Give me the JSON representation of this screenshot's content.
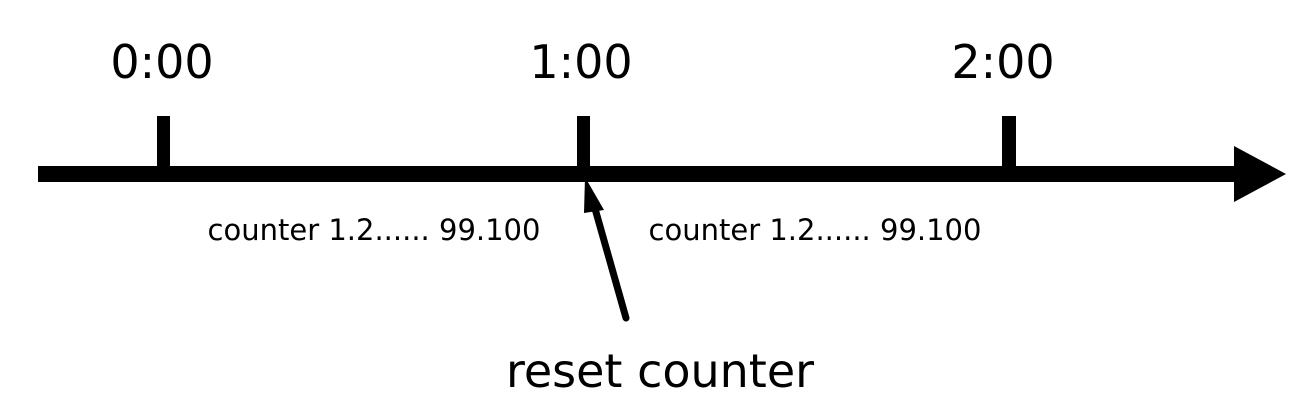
{
  "diagram": {
    "ticks": [
      {
        "label": "0:00"
      },
      {
        "label": "1:00"
      },
      {
        "label": "2:00"
      }
    ],
    "segments": [
      {
        "label": "counter 1.2...... 99.100"
      },
      {
        "label": "counter 1.2...... 99.100"
      }
    ],
    "annotation": {
      "label": "reset counter",
      "points_to_tick": 1
    },
    "colors": {
      "line": "#000000",
      "background": "#ffffff"
    }
  }
}
